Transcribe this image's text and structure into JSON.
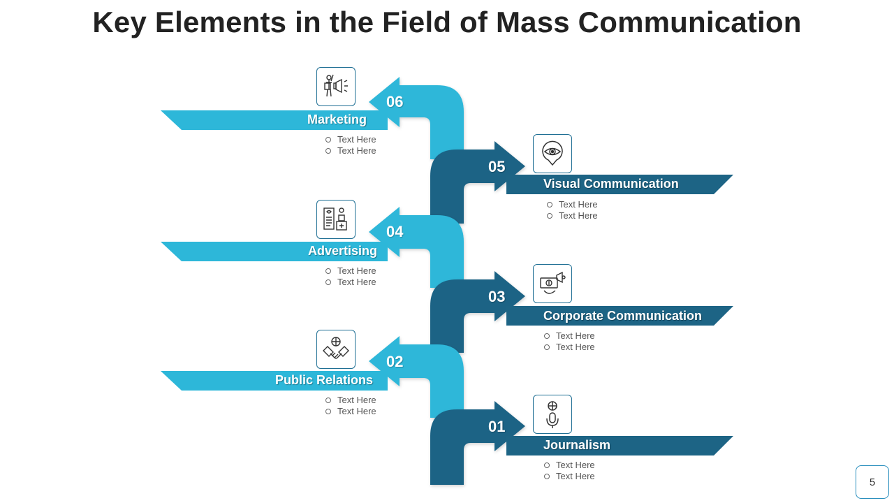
{
  "title": "Key Elements in the Field of Mass Communication",
  "colors": {
    "light": "#2db7d9",
    "dark": "#1d6485",
    "text": "#222222"
  },
  "items": [
    {
      "num": "01",
      "label": "Journalism",
      "side": "right",
      "icon": "journalist-mic-icon",
      "bullets": [
        "Text Here",
        "Text Here"
      ]
    },
    {
      "num": "02",
      "label": "Public Relations",
      "side": "left",
      "icon": "handshake-globe-icon",
      "bullets": [
        "Text Here",
        "Text Here"
      ]
    },
    {
      "num": "03",
      "label": "Corporate Communication",
      "side": "right",
      "icon": "money-megaphone-icon",
      "bullets": [
        "Text Here",
        "Text Here"
      ]
    },
    {
      "num": "04",
      "label": "Advertising",
      "side": "left",
      "icon": "billboard-speaker-icon",
      "bullets": [
        "Text Here",
        "Text Here"
      ]
    },
    {
      "num": "05",
      "label": "Visual Communication",
      "side": "right",
      "icon": "eye-pin-icon",
      "bullets": [
        "Text Here",
        "Text Here"
      ]
    },
    {
      "num": "06",
      "label": "Marketing",
      "side": "left",
      "icon": "presenter-megaphone-icon",
      "bullets": [
        "Text Here",
        "Text Here"
      ]
    }
  ],
  "page_number": "5"
}
